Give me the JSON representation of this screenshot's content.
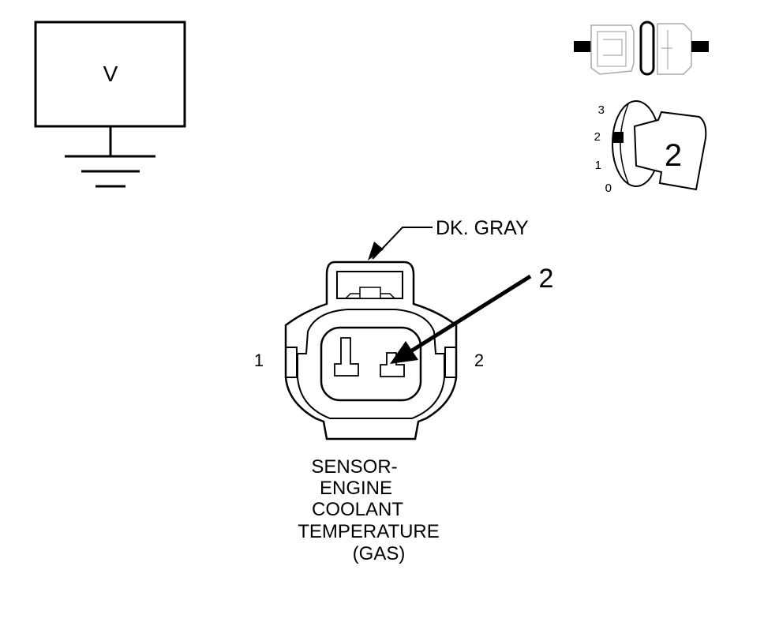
{
  "meter": {
    "label": "V"
  },
  "ignition_switch": {
    "positions": [
      "3",
      "2",
      "1",
      "0"
    ],
    "key_label": "2"
  },
  "connector": {
    "color_label": "DK. GRAY",
    "pin_callout": "2",
    "pin_left_label": "1",
    "pin_right_label": "2",
    "name_lines": [
      "SENSOR-",
      "ENGINE",
      "COOLANT",
      "TEMPERATURE",
      "(GAS)"
    ]
  }
}
